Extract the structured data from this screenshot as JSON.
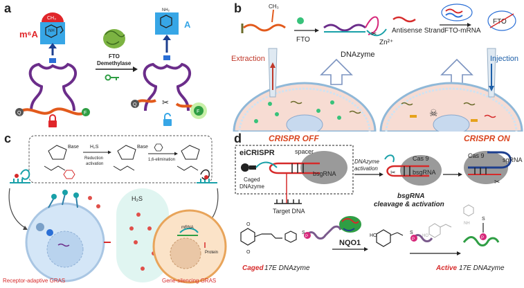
{
  "panel_a": {
    "label": "a",
    "m6a_label": "m⁶A",
    "a_label": "A",
    "methyl": "CH₃",
    "nh_left": "NH",
    "nh2_right": "NH₂",
    "enzyme_line1": "FTO",
    "enzyme_line2": "Demethylase",
    "q_label": "Q",
    "f_label": "F"
  },
  "panel_b": {
    "label": "b",
    "methyl": "CH₃",
    "fto": "FTO",
    "dnazyme": "DNAzyme",
    "zn": "Zn²⁺",
    "antisense": "Antisense Strand",
    "fto_mrna": "FTO-mRNA",
    "fto_box": "FTO",
    "extraction": "Extraction",
    "injection": "Injection"
  },
  "panel_c": {
    "label": "c",
    "base1": "Base",
    "base2": "Base",
    "h2s_reduction": "H₂S",
    "reduction": "Reduction",
    "activation": "activation",
    "elimination": "1,6-elimination",
    "h2s_cell": "H₂S",
    "mrna": "mRNA",
    "protein": "Protein",
    "left_caption": "Receptor-adaptive GRAS",
    "right_caption": "Gene-silencing GRAS"
  },
  "panel_d": {
    "label": "d",
    "crispr_off": "CRISPR OFF",
    "crispr_on": "CRISPR ON",
    "eicrispr": "eiCRISPR",
    "spacer": "spacer",
    "bsgrna": "bsgRNA",
    "caged_line1": "Caged",
    "caged_line2": "DNAzyme",
    "target_dna": "Target DNA",
    "dnazyme_activation1": "DNAzyme",
    "dnazyme_activation2": "activation",
    "cas9_mid": "Cas 9",
    "bsgrna_mid": "bsgRNA",
    "cleavage1": "bsgRNA",
    "cleavage2": "cleavage & activation",
    "cas9_right": "Cas 9",
    "sgrna": "sgRNA",
    "nqo1": "NQO1",
    "caged_17e_red": "Caged",
    "caged_17e_black": " 17E DNAzyme",
    "active_17e_red": "Active",
    "active_17e_black": " 17E DNAzyme",
    "s_label": "S",
    "p_label": "P",
    "ho_label": "HO",
    "nh_label": "NH",
    "o_label": "O",
    "h_label": "H"
  },
  "colors": {
    "orange_red": "#d9441e",
    "purple": "#6b2d8a",
    "blue_dark": "#1d3f8f",
    "green": "#2f9e44",
    "teal": "#18a0a8",
    "red": "#d62a2a"
  }
}
